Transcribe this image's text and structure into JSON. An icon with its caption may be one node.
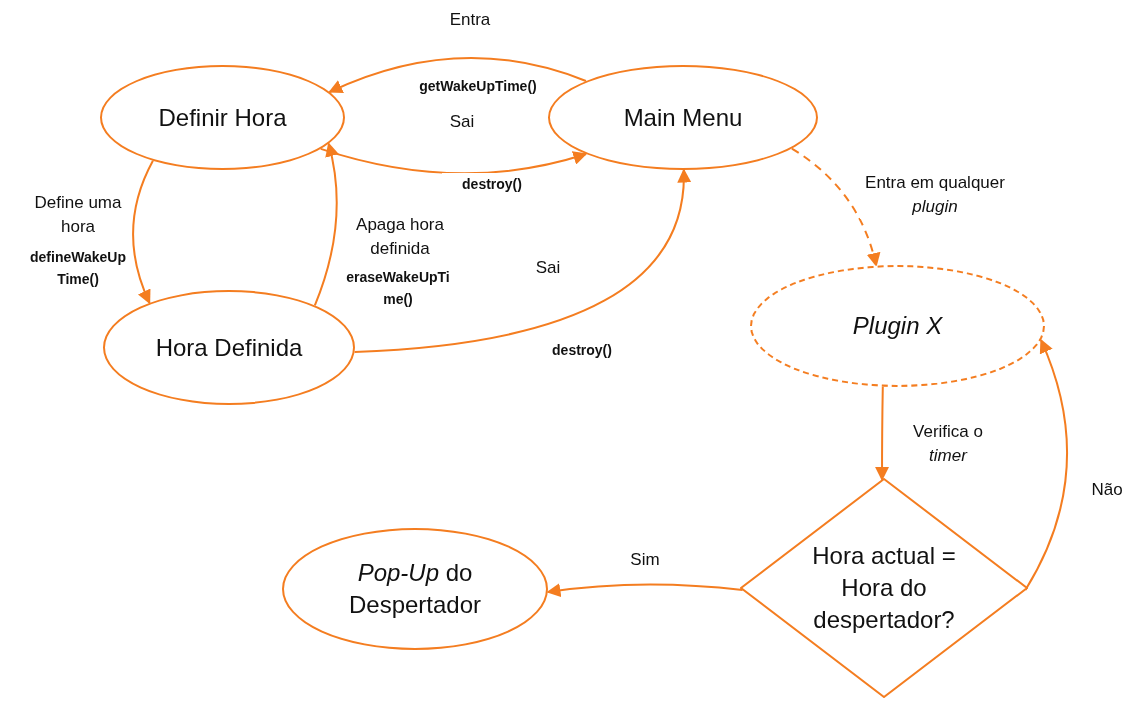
{
  "diagram": {
    "nodes": [
      {
        "text": [
          "Definir Hora"
        ]
      },
      {
        "text": [
          "Main Menu"
        ]
      },
      {
        "text": [
          "Hora Definida"
        ]
      },
      {
        "text": [
          "Plugin X"
        ]
      },
      {
        "text": [
          "Hora actual = Hora do despertador?"
        ]
      },
      {
        "text": [
          "*Pop-Up* do Despertador"
        ]
      }
    ],
    "edges": [
      {
        "from": 1,
        "to": 0,
        "arrow": "to",
        "label": "Entra"
      },
      {
        "from": 0,
        "to": 1,
        "arrow": "to",
        "label": "Sai"
      },
      {
        "from": 0,
        "to": 2,
        "arrow": "to",
        "label": "Define uma hora"
      },
      {
        "from": 2,
        "to": 0,
        "arrow": "to",
        "label": "Apaga hora definida"
      },
      {
        "from": 2,
        "to": 1,
        "arrow": "to",
        "label": "Sai"
      },
      {
        "from": 1,
        "to": 3,
        "arrow": "to",
        "label": "Entra em qualquer *plugin*",
        "style": "dashed"
      },
      {
        "from": 3,
        "to": 4,
        "arrow": "to",
        "label": "Verifica o *timer*"
      },
      {
        "from": 4,
        "to": 5,
        "arrow": "to",
        "label": "Sim"
      },
      {
        "from": 4,
        "to": 3,
        "arrow": "to",
        "label": "Não"
      }
    ],
    "labels": [
      "getWakeUpTime()",
      "destroy()",
      "defineWakeUpTime()",
      "eraseWakeUpTime()",
      "destroy()"
    ]
  }
}
